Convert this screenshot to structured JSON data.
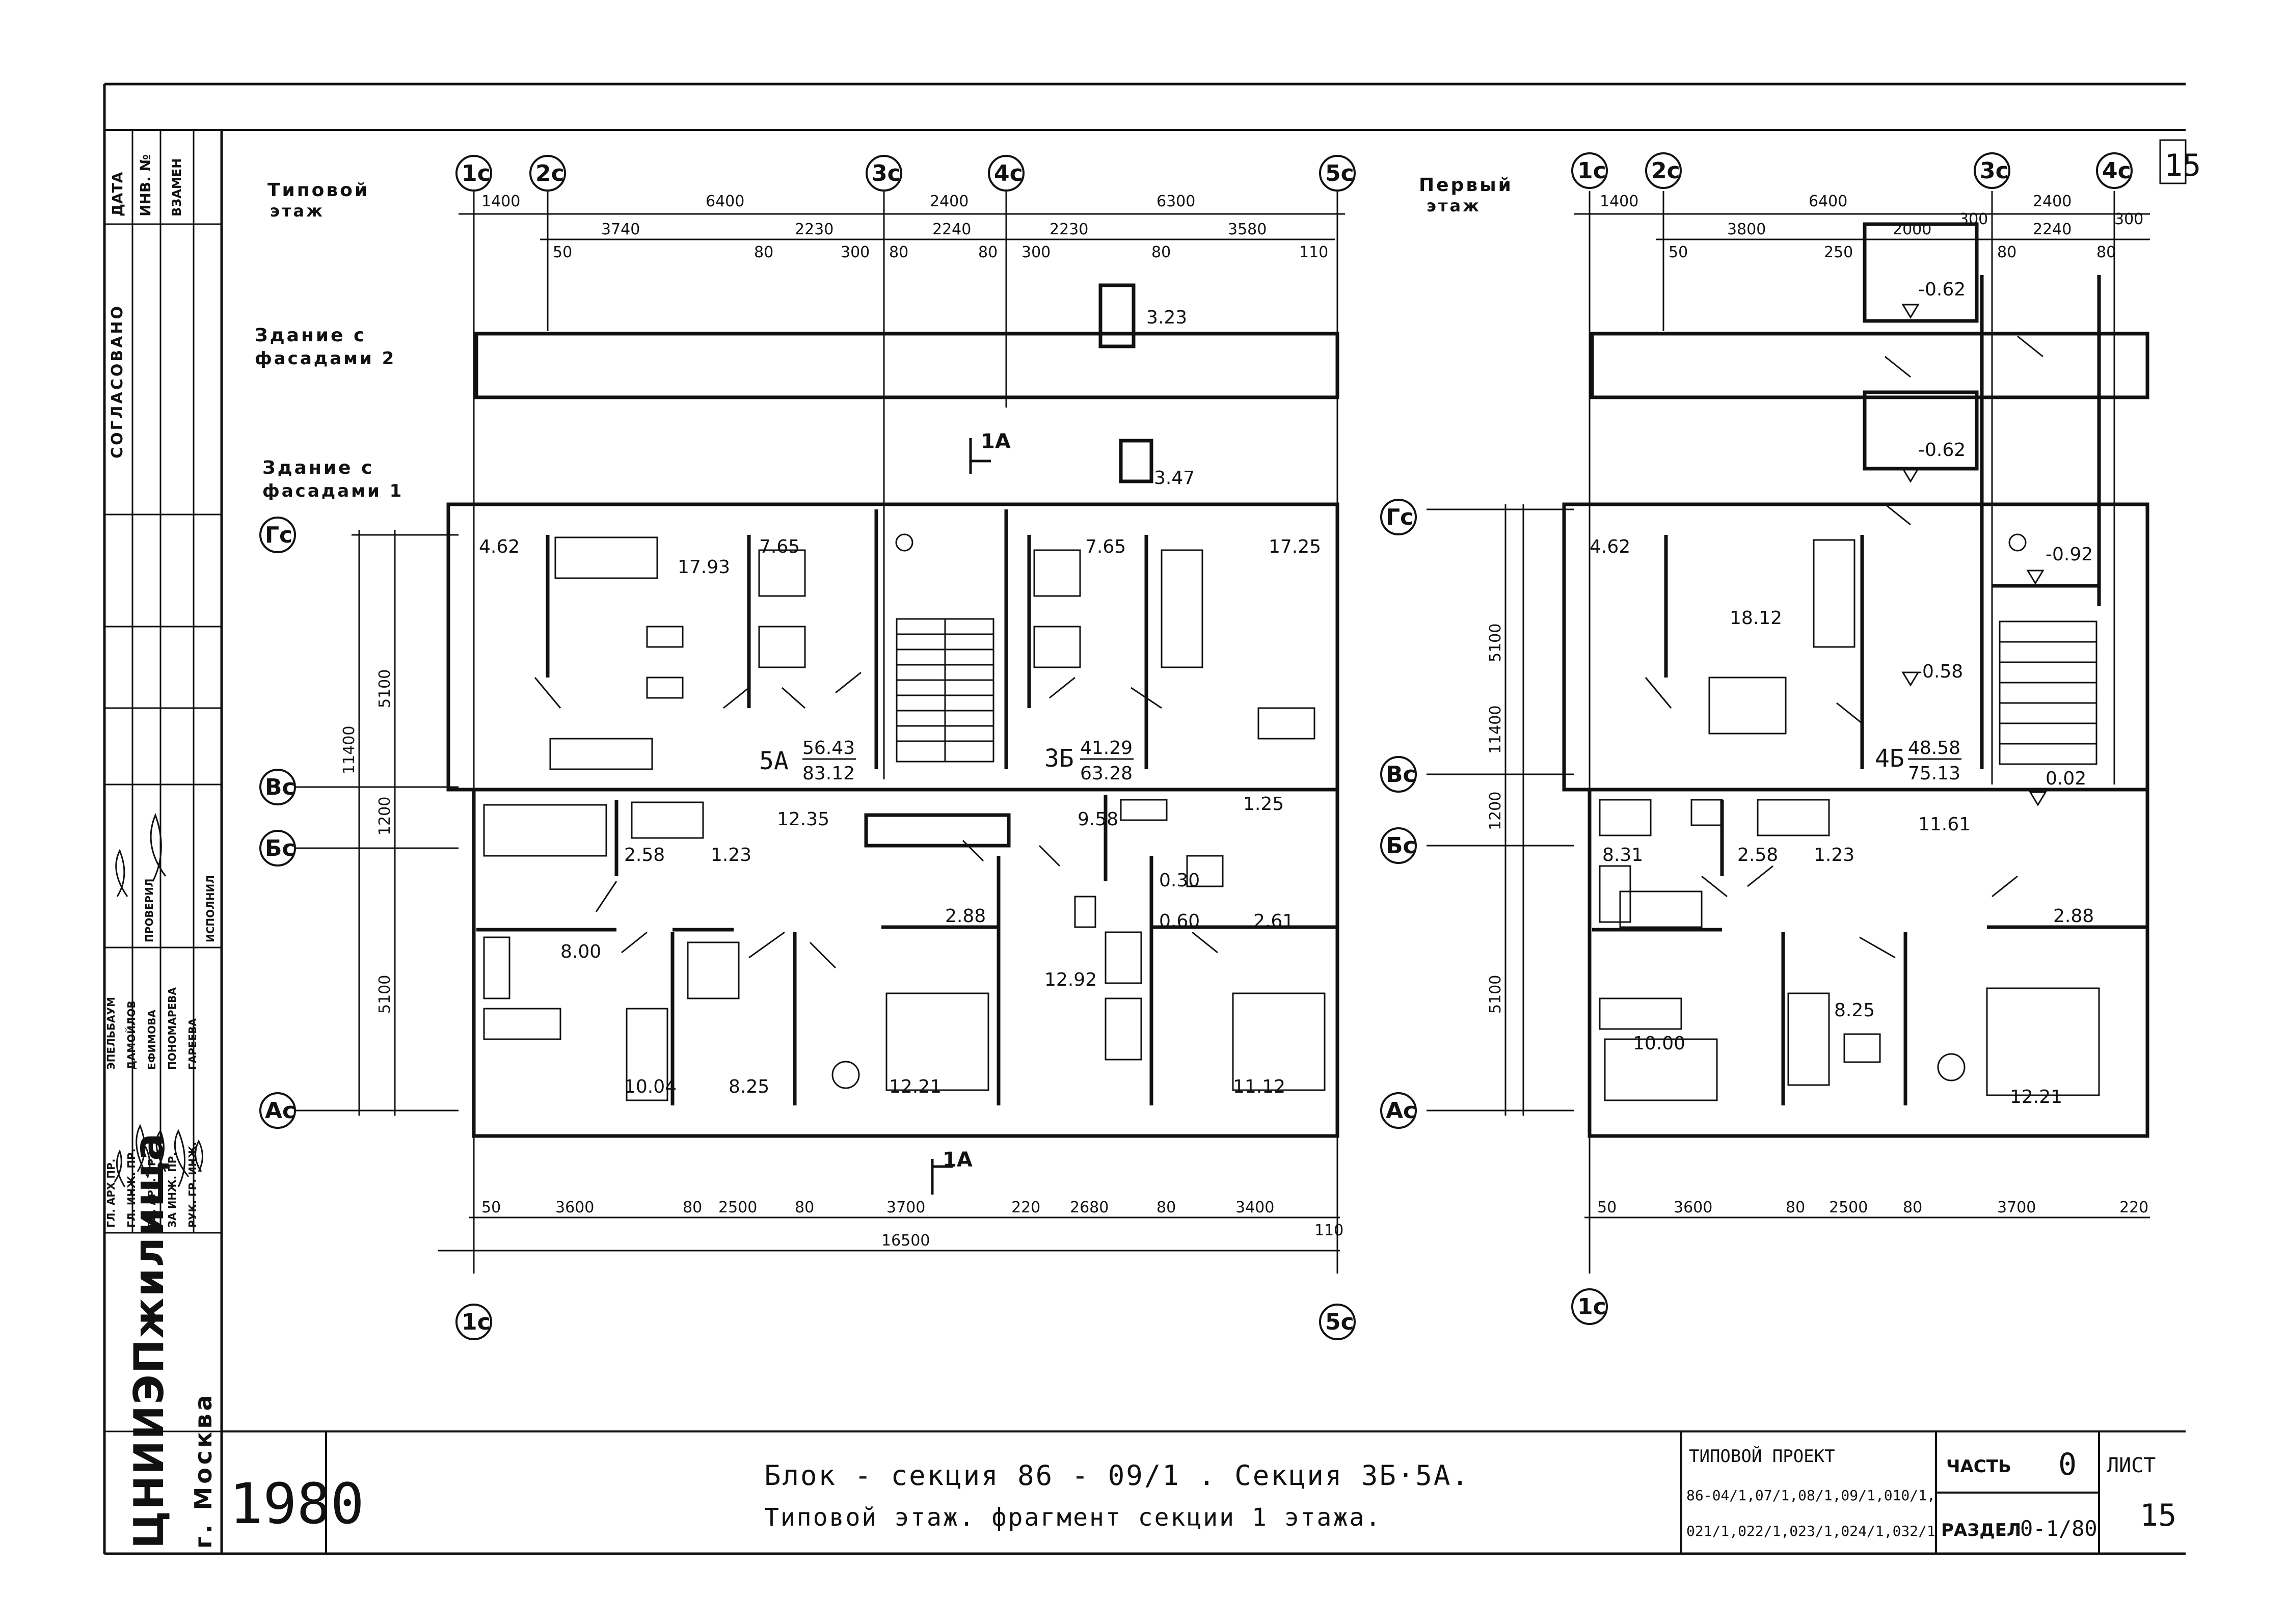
{
  "stamp": {
    "org": "ЦНИИЭПжилища",
    "city": "г. Москва",
    "year": "1980",
    "title_line1": "Блок - секция  86 - 09/1 . Секция  3Б·5А.",
    "title_line2": "Типовой  этаж. фрагмент  секции  1 этажа.",
    "project_label": "ТИПОВОЙ   ПРОЕКТ",
    "project_codes_1": "86-04/1,07/1,08/1,09/1,010/1,",
    "project_codes_2": "021/1,022/1,023/1,024/1,032/1",
    "part_label": "ЧАСТЬ",
    "part_value": "0",
    "section_label": "РАЗДЕЛ",
    "section_value": "0-1/80",
    "sheet_label": "ЛИСТ",
    "sheet_value": "15",
    "corner_sheet": "15"
  },
  "side_stamp": {
    "date": "ДАТА",
    "inv": "ИНВ. №",
    "replace": "ВЗАМЕН",
    "agreed": "СОГЛАСОВАНО",
    "roles": [
      "ГЛ. АРХ ПР.",
      "ГЛ. ИНЖ. ПР.",
      "ГЛ. АРХ. ПР.",
      "ЗА ИНЖ. ПР.",
      "РУК. ГР. ИНЖ."
    ],
    "names": [
      "ЭПЕЛЬБАУМ",
      "ДАМОЙЛОВ",
      "ЕФИМОВА",
      "ПОНОМАРЕВА",
      "ГАРЕЕВА"
    ],
    "roles2": [
      "ПРОВЕРИЛ",
      "ИСПОЛНИЛ"
    ]
  },
  "left_plan": {
    "heading1": "Типовой",
    "heading2": "этаж",
    "fasade2_1": "Здание с",
    "fasade2_2": "фасадами 2",
    "fasade1_1": "Здание с",
    "fasade1_2": "фасадами 1",
    "top_axes": [
      "1с",
      "2с",
      "3с",
      "4с",
      "5с"
    ],
    "bottom_axes": [
      "1с",
      "5с"
    ],
    "side_axes": [
      "Гс",
      "Вс",
      "Бс",
      "Ас"
    ],
    "top_dims_1": [
      "1400",
      "6400",
      "2400",
      "6300"
    ],
    "top_dims_2": [
      "3740",
      "2230",
      "2240",
      "2230",
      "3580"
    ],
    "top_dims_3": [
      "50",
      "80",
      "300",
      "80",
      "80",
      "300",
      "80",
      "110"
    ],
    "bottom_dims_1": [
      "50",
      "3600",
      "80",
      "2500",
      "80",
      "3700",
      "220",
      "2680",
      "80",
      "3400"
    ],
    "bottom_total": "16500",
    "bottom_small": "110",
    "side_dims": [
      "11400",
      "5100",
      "1200",
      "5100"
    ],
    "cut_label": "1А",
    "areas_top": [
      "3.23",
      "3.47",
      "4.62",
      "17.93",
      "7.65",
      "7.65",
      "17.25"
    ],
    "areas_mid": [
      "12.35",
      "9.58",
      "2.58",
      "1.23",
      "1.25",
      "8.00",
      "2.88",
      "0.30",
      "0.60",
      "2.61",
      "12.92"
    ],
    "areas_bot": [
      "10.04",
      "8.25",
      "12.21",
      "11.12"
    ],
    "apt_5a": "5А",
    "apt_5a_sum1": "56.43",
    "apt_5a_sum2": "83.12",
    "apt_3b": "3Б",
    "apt_3b_sum1": "41.29",
    "apt_3b_sum2": "63.28"
  },
  "right_plan": {
    "heading1": "Первый",
    "heading2": "этаж",
    "top_axes": [
      "1с",
      "2с",
      "3с",
      "4с"
    ],
    "bottom_axes": [
      "1с"
    ],
    "side_axes": [
      "Гс",
      "Вс",
      "Бс",
      "Ас"
    ],
    "top_dims_1": [
      "1400",
      "6400",
      "2400"
    ],
    "top_dims_2": [
      "3800",
      "2000",
      "300",
      "2240",
      "300"
    ],
    "top_dims_3": [
      "50",
      "250",
      "80",
      "80"
    ],
    "bottom_dims": [
      "50",
      "3600",
      "80",
      "2500",
      "80",
      "3700",
      "220"
    ],
    "side_dims": [
      "11400",
      "5100",
      "1200",
      "5100"
    ],
    "levels": [
      "-0.62",
      "-0.62",
      "-0.92",
      "-0.58",
      "0.02"
    ],
    "areas": [
      "4.62",
      "18.12",
      "11.61",
      "8.31",
      "2.58",
      "1.23",
      "2.88",
      "8.25",
      "10.00",
      "12.21"
    ],
    "apt_4b": "4Б",
    "apt_4b_sum1": "48.58",
    "apt_4b_sum2": "75.13"
  }
}
